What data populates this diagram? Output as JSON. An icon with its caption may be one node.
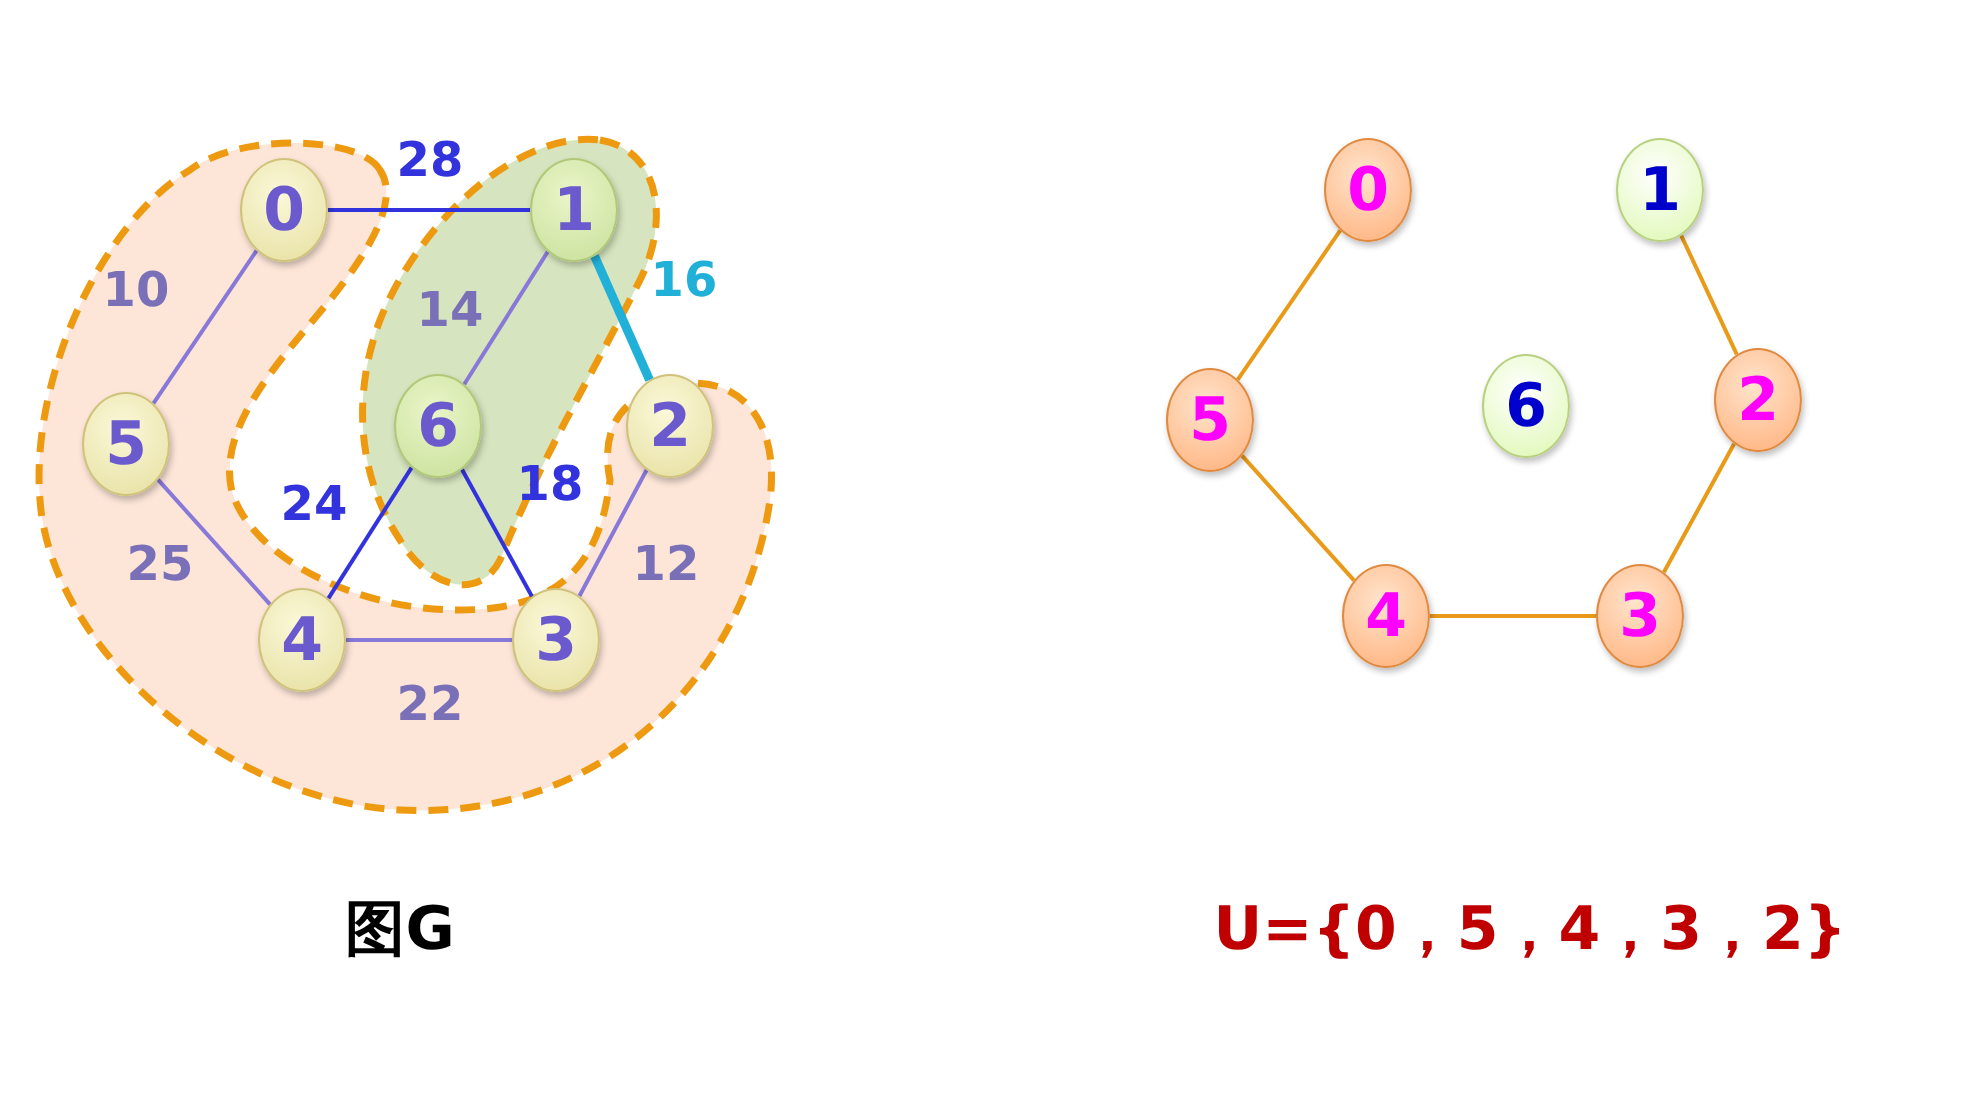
{
  "diagram": {
    "nodes": [
      {
        "text": [],
        "shape": "cloud"
      },
      {
        "text": [],
        "shape": "cloud"
      },
      {
        "text": [
          "0"
        ],
        "in": 0
      },
      {
        "text": [
          "1"
        ],
        "in": 1
      },
      {
        "text": [
          "6"
        ],
        "in": 1
      },
      {
        "text": [
          "5"
        ],
        "in": 0
      },
      {
        "text": [
          "2"
        ],
        "in": 0
      },
      {
        "text": [
          "4"
        ],
        "in": 0
      },
      {
        "text": [
          "3"
        ],
        "in": 0
      },
      {
        "text": [
          "0"
        ]
      },
      {
        "text": [
          "1"
        ]
      },
      {
        "text": [
          "5"
        ]
      },
      {
        "text": [
          "6"
        ]
      },
      {
        "text": [
          "2"
        ]
      },
      {
        "text": [
          "4"
        ]
      },
      {
        "text": [
          "3"
        ]
      }
    ],
    "edges": [
      {
        "from": 2,
        "to": 3,
        "arrow": "none",
        "label": "28",
        "color": "#3333dd"
      },
      {
        "from": 2,
        "to": 5,
        "arrow": "none",
        "label": "10"
      },
      {
        "from": 3,
        "to": 4,
        "arrow": "none",
        "label": "14"
      },
      {
        "from": 3,
        "to": 6,
        "arrow": "none",
        "label": "16",
        "style": "thick",
        "color": "#20b0d8"
      },
      {
        "from": 4,
        "to": 7,
        "arrow": "none",
        "label": "24",
        "color": "#3333dd"
      },
      {
        "from": 4,
        "to": 8,
        "arrow": "none",
        "label": "18",
        "color": "#3333dd"
      },
      {
        "from": 5,
        "to": 7,
        "arrow": "none",
        "label": "25"
      },
      {
        "from": 6,
        "to": 8,
        "arrow": "none",
        "label": "12"
      },
      {
        "from": 7,
        "to": 8,
        "arrow": "none",
        "label": "22"
      },
      {
        "from": 9,
        "to": 11,
        "arrow": "none",
        "color": "#e89a18"
      },
      {
        "from": 11,
        "to": 14,
        "arrow": "none",
        "color": "#e89a18"
      },
      {
        "from": 14,
        "to": 15,
        "arrow": "none",
        "color": "#e89a18"
      },
      {
        "from": 15,
        "to": 13,
        "arrow": "none",
        "color": "#e89a18"
      },
      {
        "from": 13,
        "to": 10,
        "arrow": "none",
        "color": "#e89a18"
      }
    ],
    "labels": [
      "图G",
      "U={0，5，4，3，2}"
    ]
  }
}
